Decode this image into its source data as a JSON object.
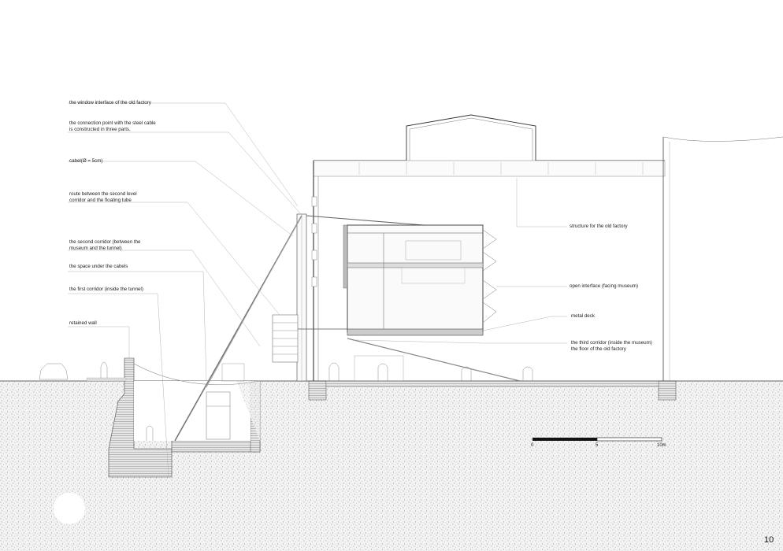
{
  "annotations_left": [
    "the window interface of the old factory",
    "the connection point with the steel cable\nis constructed in three parts.",
    "cabel(Ø = 5cm)",
    "route between the second level\ncorridor and the floating tube",
    "the second corridor (between the\nmuseum and the tunnel)",
    "the space under the cabels",
    "the first corridor (inside the tunnel)",
    "retained wall"
  ],
  "annotations_right": [
    "structure for the old factory",
    "open interface (facing museum)",
    "metal deck",
    "the third corridor (inside the museum)\nthe floor of the old factory"
  ],
  "scale_bar": {
    "labels": [
      "0",
      "5",
      "10m"
    ]
  },
  "page_number": "10"
}
